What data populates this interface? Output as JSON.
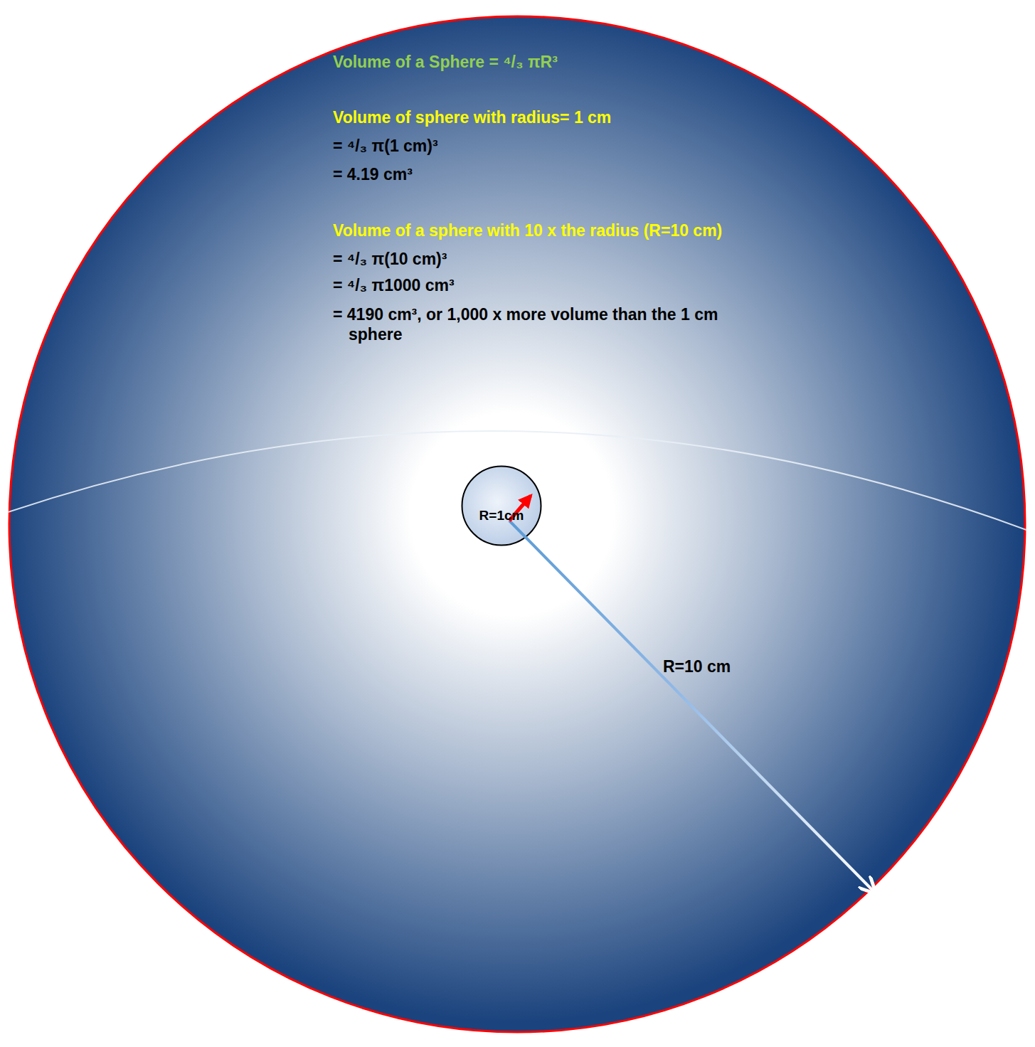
{
  "diagram": {
    "nodes": [
      {
        "text": [
          "Volume of a Sphere = ⁴/₃ πR³",
          "Volume of sphere with radius= 1 cm",
          "= ⁴/₃ π(1 cm)³",
          "= 4.19 cm³",
          "Volume of a sphere with 10 x the radius (R=10 cm)",
          "= ⁴/₃ π(10 cm)³",
          "= ⁴/₃ π1000 cm³",
          "= 4190 cm³, or 1,000 x more volume than the 1 cm sphere"
        ]
      },
      {
        "text": [
          "R=1cm"
        ],
        "in": 0
      }
    ],
    "labels": [
      "R=10 cm"
    ]
  }
}
